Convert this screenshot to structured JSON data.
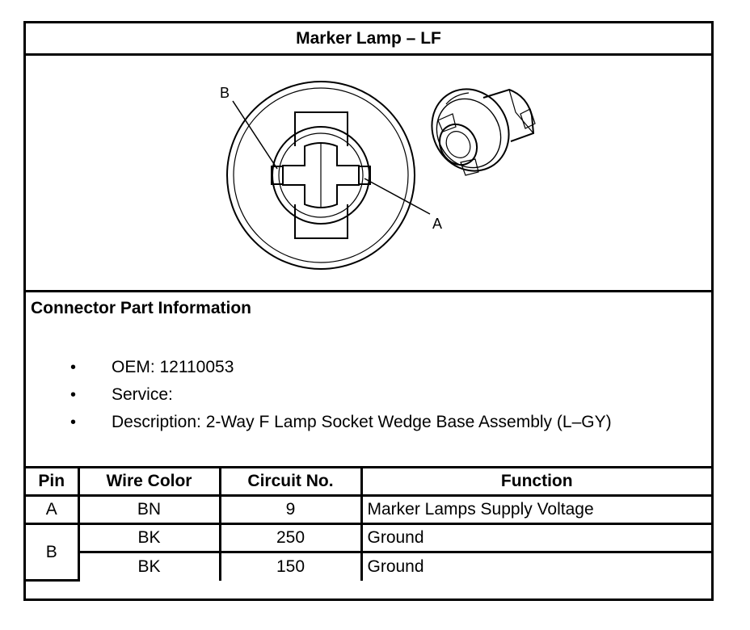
{
  "title": "Marker Lamp – LF",
  "figure": {
    "label_b": "B",
    "label_a": "A"
  },
  "connector_info": {
    "heading": "Connector Part Information",
    "items": [
      {
        "bullet": "•",
        "text": "OEM: 12110053"
      },
      {
        "bullet": "•",
        "text": "Service:"
      },
      {
        "bullet": "•",
        "text": "Description: 2-Way F Lamp Socket Wedge Base Assembly (L–GY)"
      }
    ]
  },
  "table": {
    "headers": [
      "Pin",
      "Wire Color",
      "Circuit No.",
      "Function"
    ],
    "rows": [
      {
        "pin": "A",
        "wire_color": "BN",
        "circuit": "9",
        "function": "Marker Lamps Supply Voltage"
      },
      {
        "pin": "B",
        "wire_color": "BK",
        "circuit": "250",
        "function": "Ground"
      },
      {
        "pin": "",
        "wire_color": "BK",
        "circuit": "150",
        "function": "Ground"
      }
    ]
  }
}
